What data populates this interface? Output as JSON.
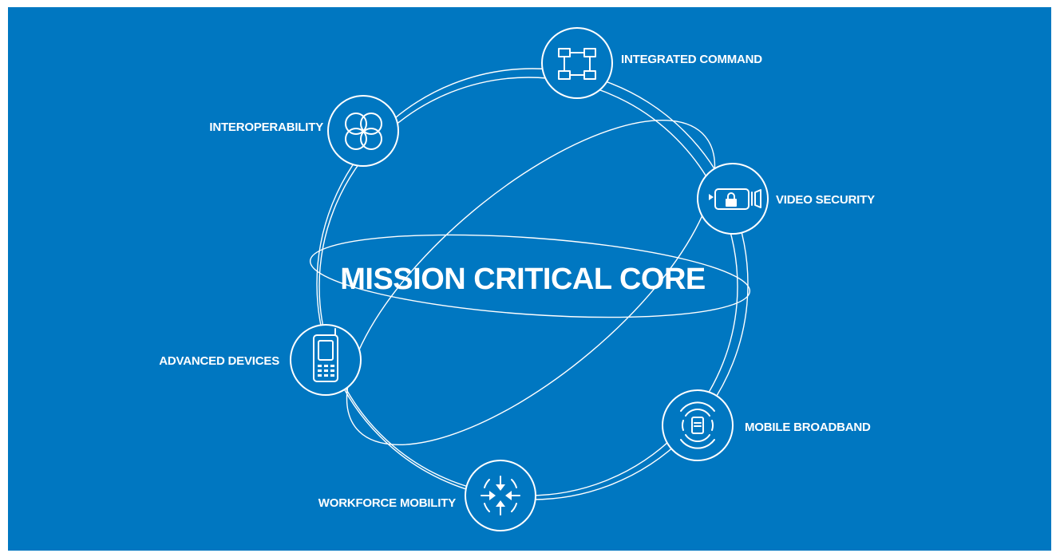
{
  "diagram": {
    "background": "#0077c1",
    "line_color": "#ffffff",
    "center_label": "MISSION CRITICAL CORE",
    "nodes": [
      {
        "id": "integrated-command",
        "label": "INTEGRATED COMMAND",
        "icon": "flowchart-icon"
      },
      {
        "id": "interoperability",
        "label": "INTEROPERABILITY",
        "icon": "interlocking-rings-icon"
      },
      {
        "id": "video-security",
        "label": "VIDEO SECURITY",
        "icon": "security-camera-icon"
      },
      {
        "id": "advanced-devices",
        "label": "ADVANCED DEVICES",
        "icon": "mobile-phone-icon"
      },
      {
        "id": "mobile-broadband",
        "label": "MOBILE BROADBAND",
        "icon": "broadband-signal-icon"
      },
      {
        "id": "workforce-mobility",
        "label": "WORKFORCE MOBILITY",
        "icon": "converging-arrows-icon"
      }
    ]
  }
}
